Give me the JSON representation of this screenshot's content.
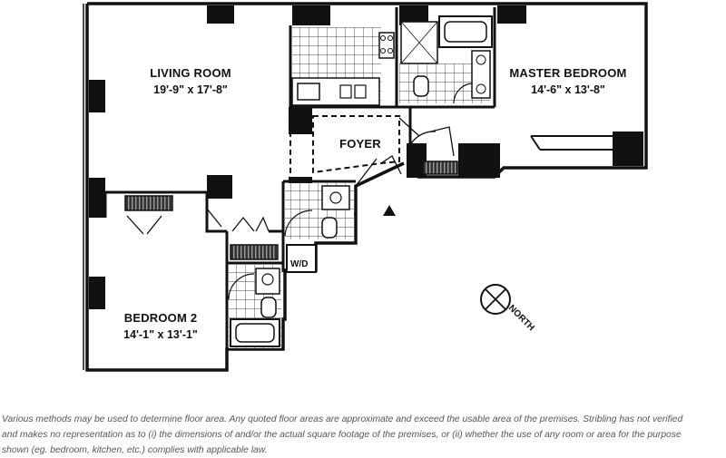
{
  "rooms": {
    "living_room": {
      "name": "LIVING ROOM",
      "dimensions": "19'-9\" x 17'-8\""
    },
    "master_bedroom": {
      "name": "MASTER BEDROOM",
      "dimensions": "14'-6\" x 13'-8\""
    },
    "foyer": {
      "name": "FOYER"
    },
    "bedroom_2": {
      "name": "BEDROOM 2",
      "dimensions": "14'-1\" x 13'-1\""
    },
    "washer_dryer": {
      "name": "W/D"
    }
  },
  "compass": {
    "label": "NORTH"
  },
  "disclaimer": {
    "line1": "Various methods may be used to determine floor area. Any quoted floor areas are approximate and exceed the usable area of the premises. Stribling has not verified",
    "line2": "and makes no representation as to (i) the dimensions of and/or the actual square footage of the premises, or (ii) whether the use of any room or area for the purpose",
    "line3": "shown (eg. bedroom, kitchen, etc.) complies with applicable law."
  },
  "colors": {
    "wall": "#111111",
    "background": "#ffffff",
    "text": "#111111",
    "disclaimer": "#555555"
  }
}
